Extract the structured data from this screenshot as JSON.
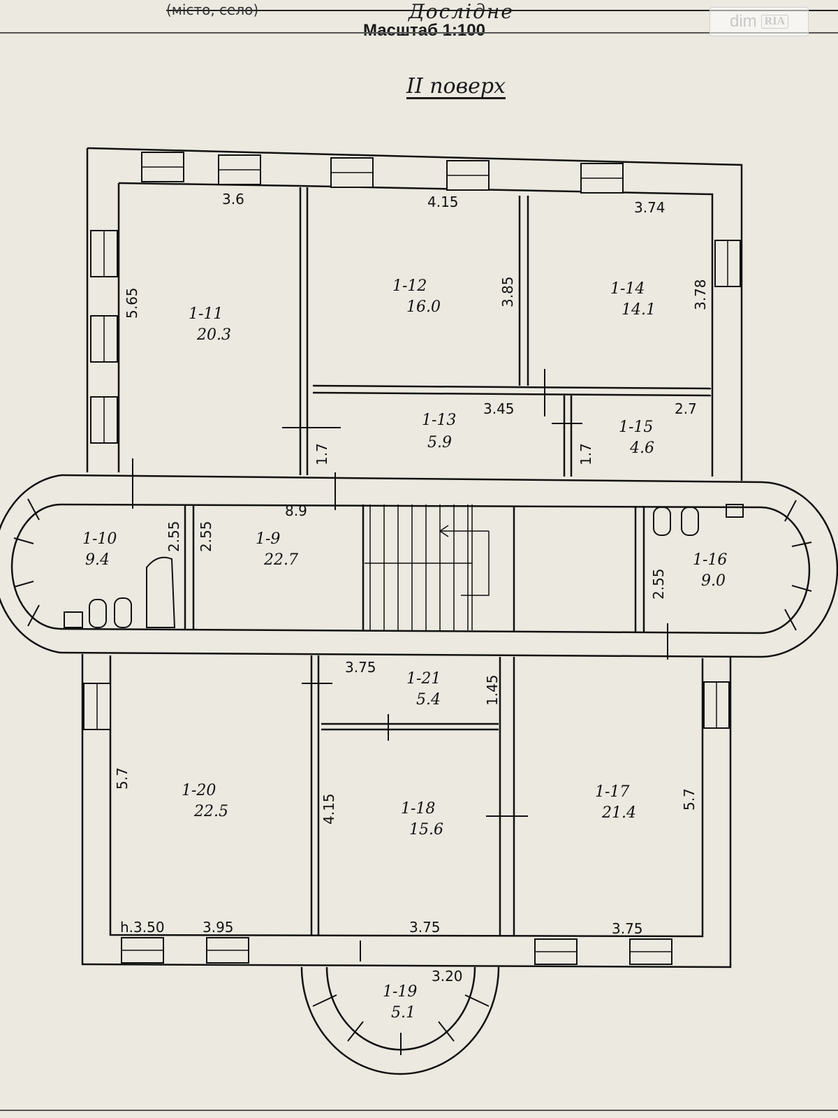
{
  "header": {
    "place_prefix": "(місто, село)",
    "place_name": "Дослідне",
    "scale_label": "Масштаб 1:100"
  },
  "floor_title": "II поверх",
  "watermark": {
    "brand": "dim",
    "brand_suffix": "RIA"
  },
  "rooms": [
    {
      "id": "room-1-9",
      "number": "1-9",
      "area": "22.7"
    },
    {
      "id": "room-1-10",
      "number": "1-10",
      "area": "9.4"
    },
    {
      "id": "room-1-11",
      "number": "1-11",
      "area": "20.3"
    },
    {
      "id": "room-1-12",
      "number": "1-12",
      "area": "16.0"
    },
    {
      "id": "room-1-13",
      "number": "1-13",
      "area": "5.9"
    },
    {
      "id": "room-1-14",
      "number": "1-14",
      "area": "14.1"
    },
    {
      "id": "room-1-15",
      "number": "1-15",
      "area": "4.6"
    },
    {
      "id": "room-1-16",
      "number": "1-16",
      "area": "9.0"
    },
    {
      "id": "room-1-17",
      "number": "1-17",
      "area": "21.4"
    },
    {
      "id": "room-1-18",
      "number": "1-18",
      "area": "15.6"
    },
    {
      "id": "room-1-19",
      "number": "1-19",
      "area": "5.1"
    },
    {
      "id": "room-1-20",
      "number": "1-20",
      "area": "22.5"
    },
    {
      "id": "room-1-21",
      "number": "1-21",
      "area": "5.4"
    }
  ],
  "dimensions": {
    "d_3_6": "3.6",
    "d_4_15_top": "4.15",
    "d_3_74": "3.74",
    "d_5_65": "5.65",
    "d_3_85": "3.85",
    "d_3_78": "3.78",
    "d_3_45": "3.45",
    "d_2_7": "2.7",
    "d_1_7_left": "1.7",
    "d_1_7_right": "1.7",
    "d_8_9": "8.9",
    "d_2_55_a": "2.55",
    "d_2_55_b": "2.55",
    "d_2_55_c": "2.55",
    "d_3_75_top": "3.75",
    "d_1_45": "1.45",
    "d_5_7_left": "5.7",
    "d_4_15_mid": "4.15",
    "d_5_7_right": "5.7",
    "d_height": "h.3.50",
    "d_3_95": "3.95",
    "d_3_75_a": "3.75",
    "d_3_75_b": "3.75",
    "d_3_20": "3.20"
  }
}
